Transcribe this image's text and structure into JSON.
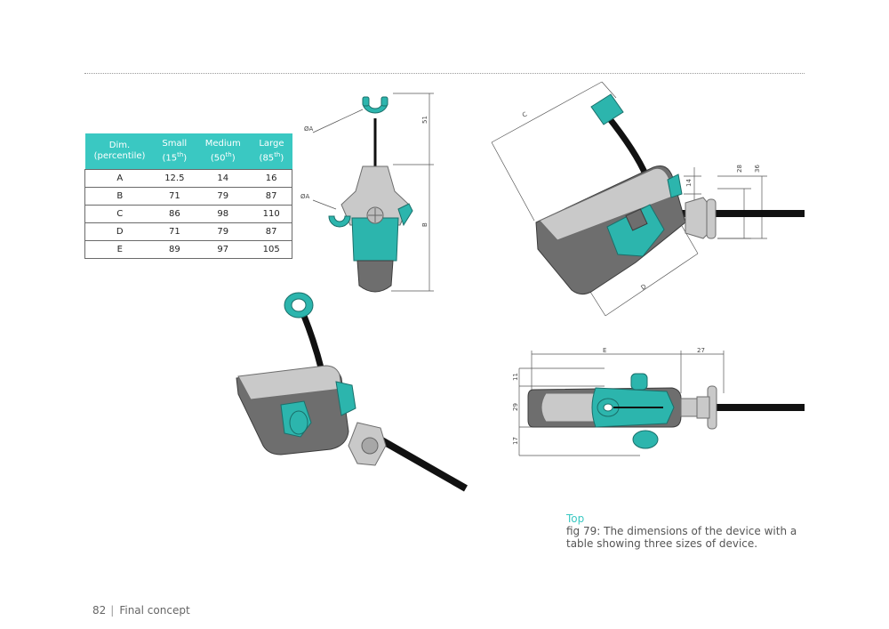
{
  "table": {
    "headers": [
      {
        "line1": "Dim.",
        "line2": "(percentile)",
        "sup": ""
      },
      {
        "line1": "Small",
        "line2": "(15",
        "sup": "th",
        "close": ")"
      },
      {
        "line1": "Medium",
        "line2": "(50",
        "sup": "th",
        "close": ")"
      },
      {
        "line1": "Large",
        "line2": "(85",
        "sup": "th",
        "close": ")"
      }
    ],
    "rows": [
      {
        "dim": "A",
        "small": "12.5",
        "medium": "14",
        "large": "16"
      },
      {
        "dim": "B",
        "small": "71",
        "medium": "79",
        "large": "87"
      },
      {
        "dim": "C",
        "small": "86",
        "medium": "98",
        "large": "110"
      },
      {
        "dim": "D",
        "small": "71",
        "medium": "79",
        "large": "87"
      },
      {
        "dim": "E",
        "small": "89",
        "medium": "97",
        "large": "105"
      }
    ]
  },
  "front_view": {
    "dim_a1": "ØA",
    "dim_a2": "ØA",
    "dim_51": "51",
    "dim_b": "B"
  },
  "side_view": {
    "dim_c": "C",
    "dim_d": "D",
    "dim_14": "14",
    "dim_28": "28",
    "dim_36": "36"
  },
  "top_view": {
    "dim_e": "E",
    "dim_27": "27",
    "dim_11": "11",
    "dim_29": "29",
    "dim_17": "17"
  },
  "caption": {
    "title": "Top",
    "text": "fig 79: The dimensions of the device with a table showing three sizes of device."
  },
  "footer": {
    "page_number": "82",
    "section": "Final concept"
  },
  "colors": {
    "accent": "#3ac8c2",
    "device_teal": "#2cb5ad",
    "device_grey": "#8d8d8d"
  }
}
